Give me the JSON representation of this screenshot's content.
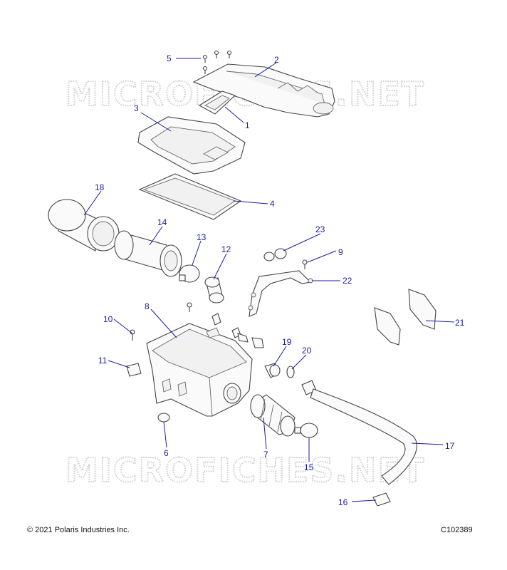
{
  "watermark": "MICROFICHES.NET",
  "copyright": "© 2021 Polaris Industries Inc.",
  "figure_id": "C102389",
  "callouts": [
    "1",
    "2",
    "3",
    "4",
    "5",
    "6",
    "7",
    "8",
    "9",
    "10",
    "11",
    "12",
    "13",
    "14",
    "15",
    "16",
    "17",
    "18",
    "19",
    "20",
    "21",
    "22",
    "23"
  ]
}
